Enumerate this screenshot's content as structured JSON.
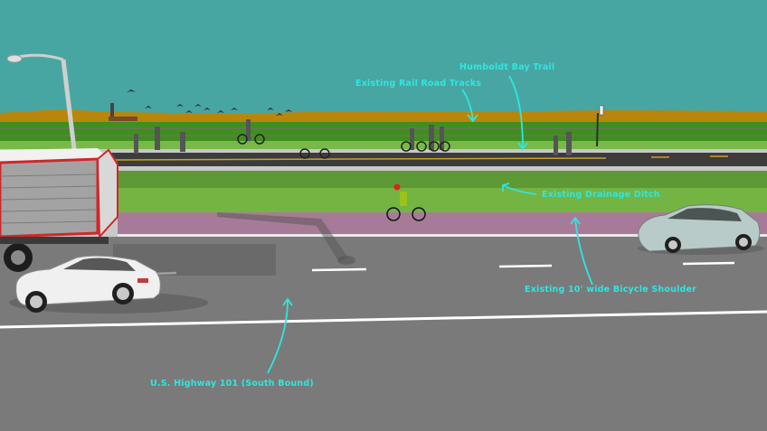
{
  "scene": {
    "title": "Humboldt Bay Trail cross-section rendering",
    "colors": {
      "sky": "#48a6a2",
      "hills": "#b8860b",
      "rail_grass": "#3f8f1e",
      "trail_grass": "#78b94a",
      "trail_asphalt": "#3c3c3c",
      "trail_centerline": "#c9a227",
      "ditch_grass": "#6fb03f",
      "bike_shoulder": "#a77b97",
      "highway": "#7a7a7a",
      "lane_marking": "#ffffff",
      "label_text": "#2fe6e0"
    }
  },
  "labels": {
    "humboldt_bay_trail": "Humboldt Bay Trail",
    "rail_road_tracks": "Existing Rail Road Tracks",
    "drainage_ditch": "Existing Drainage Ditch",
    "bicycle_shoulder": "Existing 10' wide Bicycle Shoulder",
    "highway": "U.S. Highway 101 (South Bound)"
  }
}
